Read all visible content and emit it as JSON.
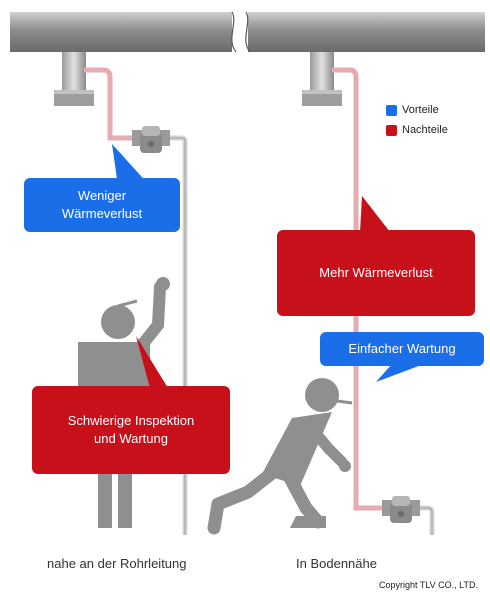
{
  "legend": {
    "items": [
      {
        "label": "Vorteile",
        "color": "#1a6fe8"
      },
      {
        "label": "Nachteile",
        "color": "#c8101a"
      }
    ]
  },
  "callouts": {
    "left_advantage": "Weniger\nWärmeverlust",
    "left_disadvantage": "Schwierige Inspektion\nund Wartung",
    "right_disadvantage": "Mehr Wärmeverlust",
    "right_advantage": "Einfacher Wartung"
  },
  "captions": {
    "left": "nahe an der Rohrleitung",
    "right": "In Bodennähe"
  },
  "copyright": "Copyright TLV CO., LTD.",
  "colors": {
    "blue": "#1a6fe8",
    "red": "#c8101a",
    "pipe_pink": "#e7aaae",
    "person_gray": "#8f8f8f"
  }
}
